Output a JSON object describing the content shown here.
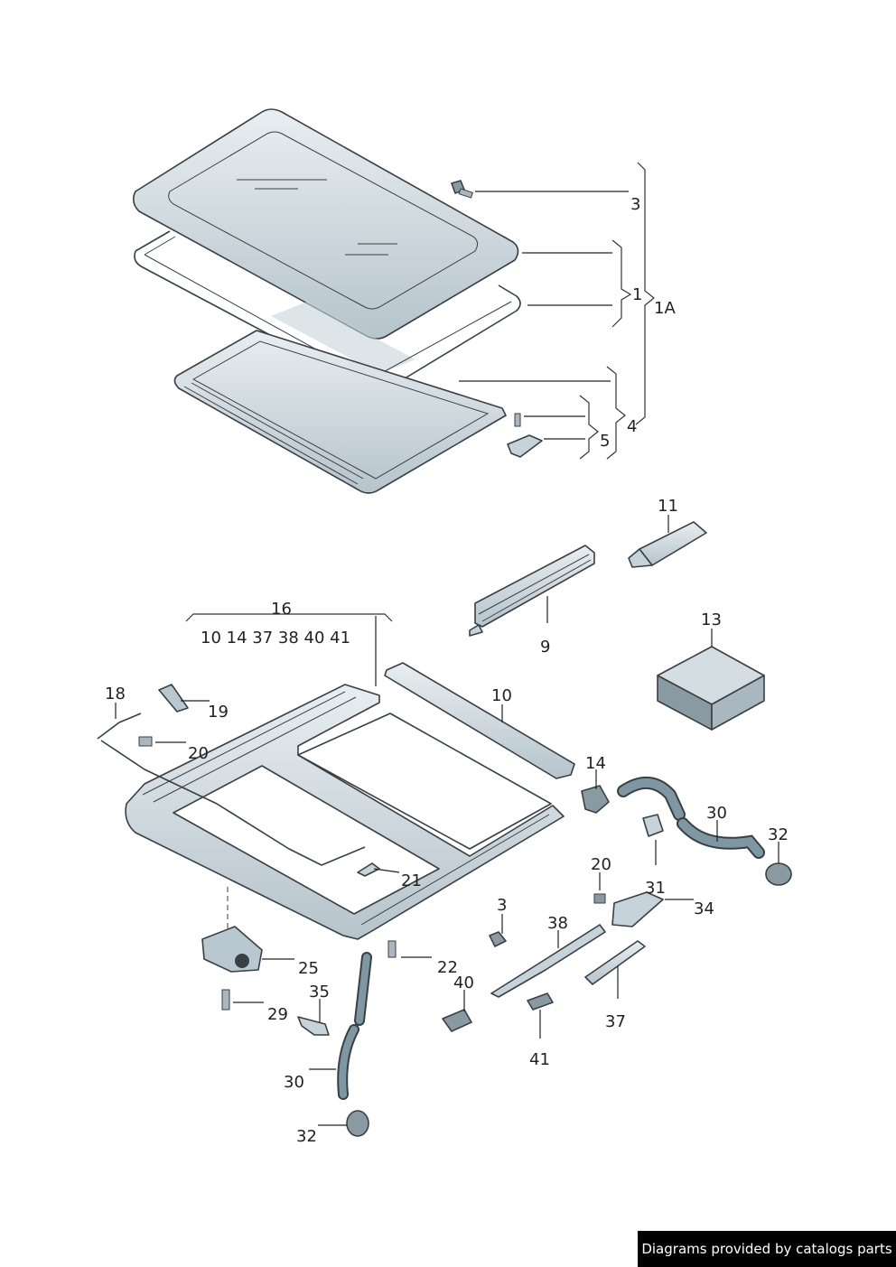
{
  "diagram": {
    "callouts": {
      "c3_top": "3",
      "c1": "1",
      "c1a": "1A",
      "c4": "4",
      "c5": "5",
      "c11": "11",
      "c9": "9",
      "c13": "13",
      "c16": "16",
      "c16_members": "10 14 37 38 40 41",
      "c18": "18",
      "c19": "19",
      "c20_left": "20",
      "c10": "10",
      "c14": "14",
      "c30_right": "30",
      "c32_right": "32",
      "c20_right": "20",
      "c31": "31",
      "c34": "34",
      "c21": "21",
      "c3_lower": "3",
      "c38": "38",
      "c22": "22",
      "c25": "25",
      "c40": "40",
      "c35": "35",
      "c29": "29",
      "c37": "37",
      "c41": "41",
      "c30_left": "30",
      "c32_left": "32"
    }
  },
  "footer": {
    "credit": "Diagrams provided by catalogs parts"
  },
  "colors": {
    "glass": "#5f8595",
    "frame": "#dfe6ea",
    "part": "#c7d3da",
    "dark": "#3a3f44"
  }
}
